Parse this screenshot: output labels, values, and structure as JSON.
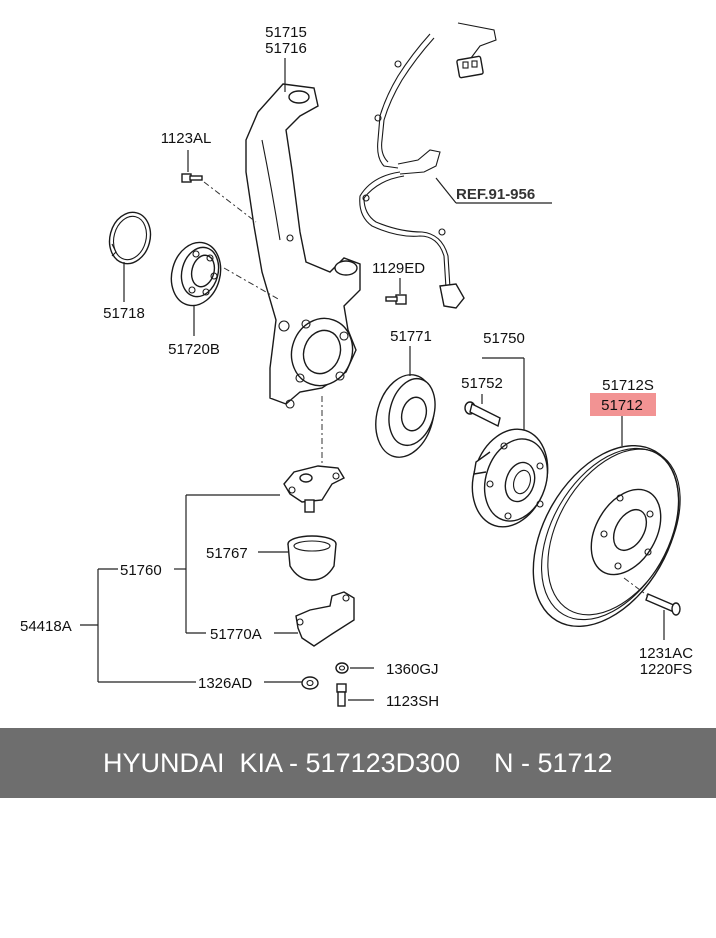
{
  "callouts": {
    "c51715": "51715",
    "c51716": "51716",
    "c1123AL": "1123AL",
    "c51718": "51718",
    "c51720B": "51720B",
    "c1129ED": "1129ED",
    "ref": "REF.91-956",
    "c51771": "51771",
    "c51750": "51750",
    "c51752": "51752",
    "c51712S": "51712S",
    "c51712": "51712",
    "c51760": "51760",
    "c51767": "51767",
    "c54418A": "54418A",
    "c51770A": "51770A",
    "c1326AD": "1326AD",
    "c1360GJ": "1360GJ",
    "c1123SH": "1123SH",
    "c1231AC": "1231AC",
    "c1220FS": "1220FS"
  },
  "highlight_color": "#f08080",
  "footer": {
    "brand": "HYUNDAI  KIA - 517123D300",
    "number": "N - 51712"
  }
}
